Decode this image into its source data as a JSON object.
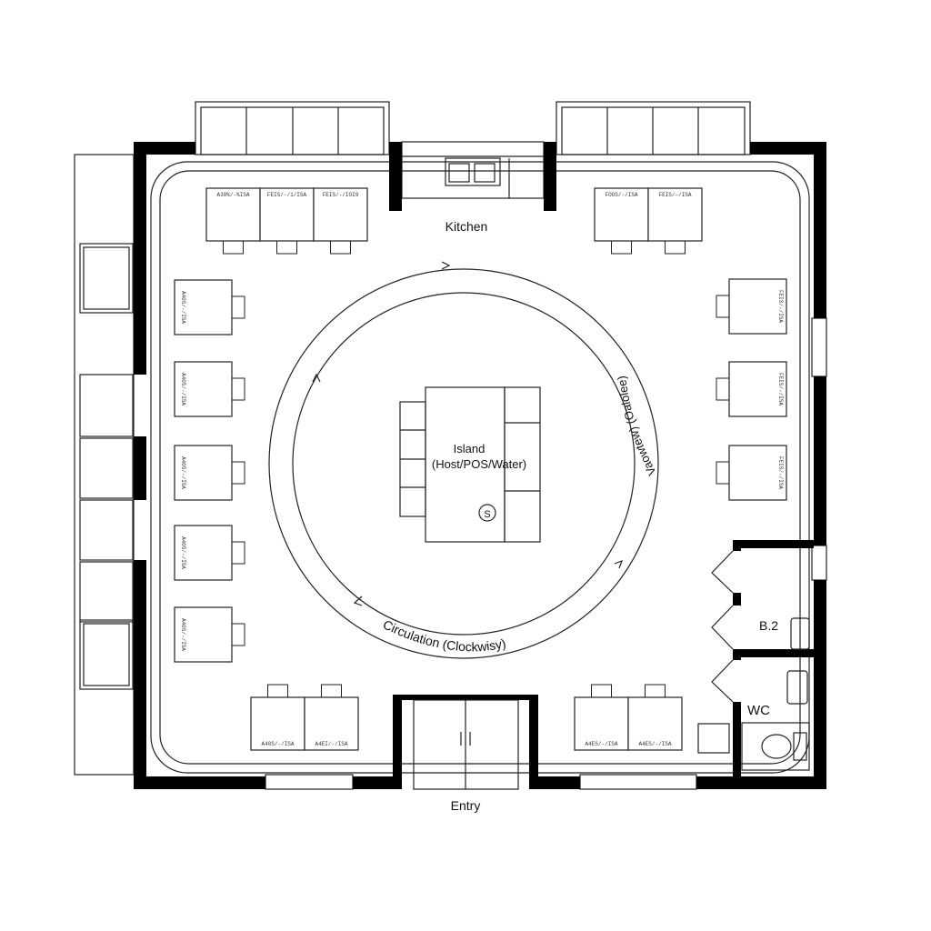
{
  "labels": {
    "kitchen": "Kitchen",
    "island_line1": "Island",
    "island_line2": "(Host/POS/Water)",
    "island_symbol": "S",
    "circulation_bottom": "Circulation (Clockwisy)",
    "circulation_right": "Vaowtew) (Oalolee)",
    "bathroom": "B.2",
    "wc": "WC",
    "entry": "Entry"
  },
  "tables": {
    "top_left": [
      "A30%/-%ISA",
      "FEIS/-/1/ISA",
      "FEIS/-/IOI9"
    ],
    "top_right": [
      "FOOS/-/ISA",
      "FEIS/-/ISA"
    ],
    "left": [
      "A40S/-/ISA",
      "A40S/-/ISA",
      "A40S/-/ISA",
      "A40S/-/ISA",
      "A40S/-/ISA"
    ],
    "right": [
      "FEIS/-/ISA",
      "FEIS/-/ISA",
      "FEIS/-/ISA"
    ],
    "bottom_left": [
      "A40S/-/ISA",
      "A4EI/-/ISA"
    ],
    "bottom_right": [
      "A4ES/-/ISA",
      "A4ES/-/ISA"
    ]
  },
  "colors": {
    "wall": "#000000",
    "line": "#222222",
    "background": "#ffffff"
  }
}
